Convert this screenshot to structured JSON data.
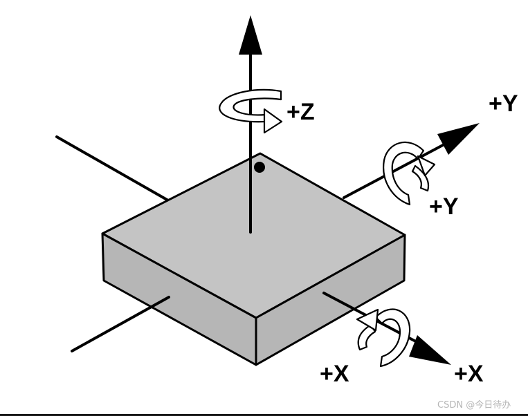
{
  "labels": {
    "z_axis": "+Z",
    "y_axis": "+Y",
    "y_rotation": "+Y",
    "x_rotation": "+X",
    "x_axis": "+X"
  },
  "watermark": "CSDN @今日待办",
  "colors": {
    "chip_top": "#c4c4c4",
    "chip_side": "#b6b6b6",
    "outline": "#000000",
    "rotation_arrow_fill": "#ffffff",
    "watermark": "#b5b5b5"
  },
  "icons": {
    "pin1_marker": "filled-circle",
    "rotation_arrows": "curved-ribbon-arrow"
  }
}
